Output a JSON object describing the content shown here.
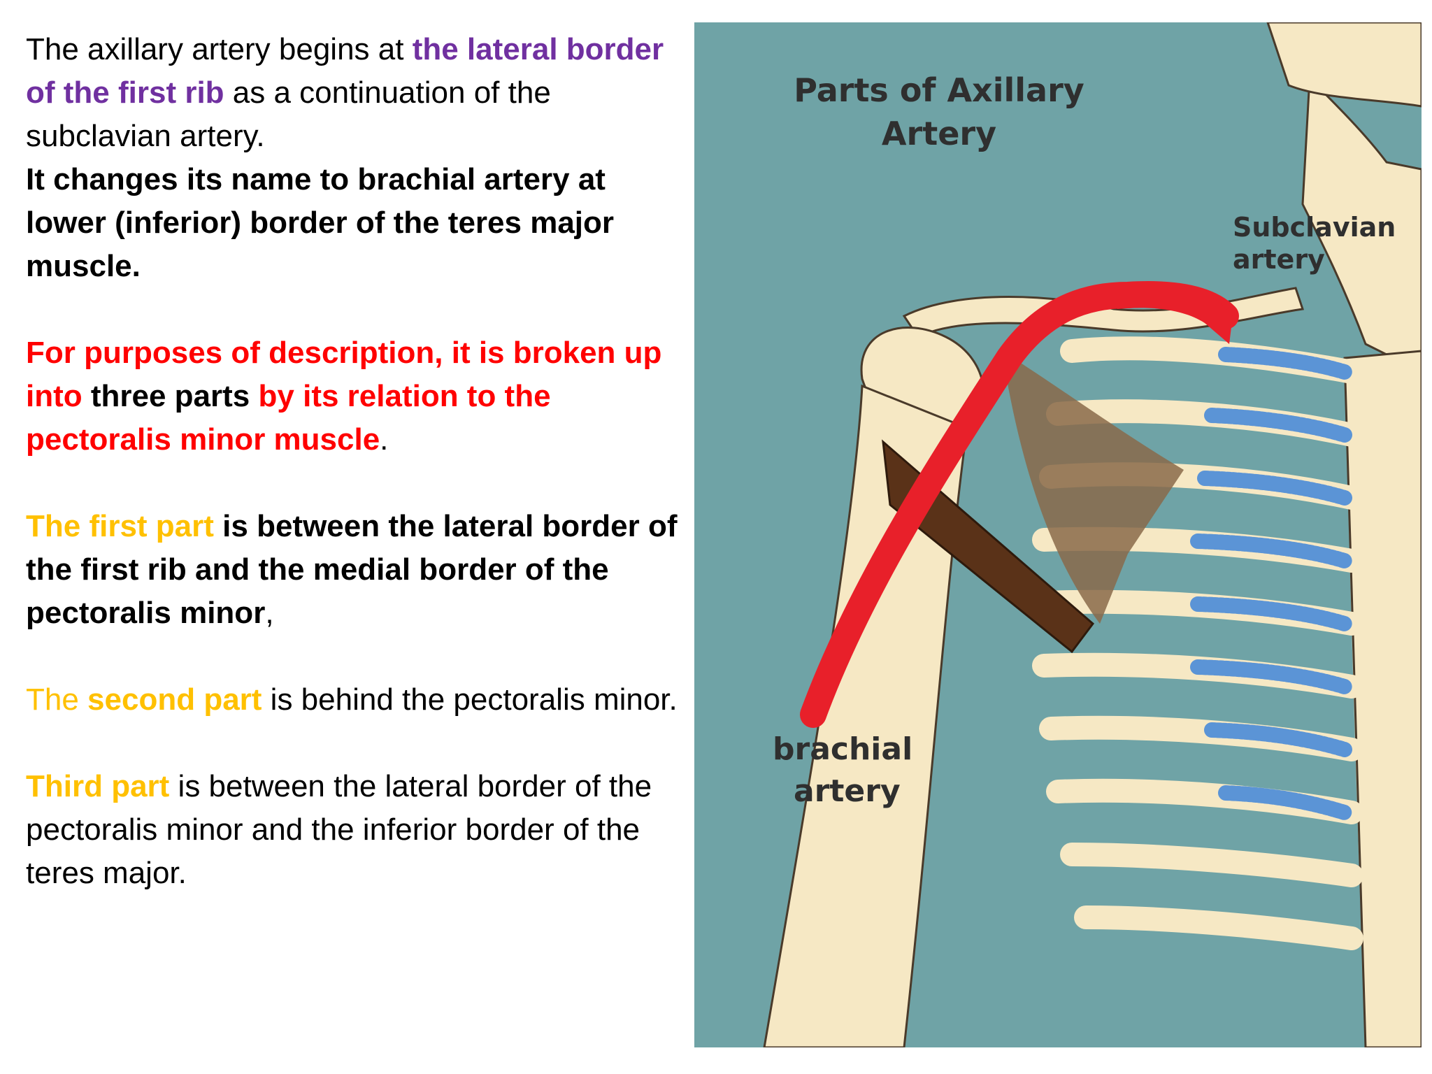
{
  "text": {
    "p1": {
      "a": "The axillary artery begins at ",
      "b": "the lateral border of the first rib",
      "c": " as a continuation of the subclavian artery.",
      "d": "It changes its name to brachial artery at lower (inferior) border of the teres major muscle."
    },
    "p2": {
      "a": "For purposes of description, it is broken up into",
      "b": " three parts ",
      "c": "by its relation to the pectoralis minor muscle",
      "d": "."
    },
    "p3": {
      "a": "The first part",
      "b": " is between the lateral border of the first rib and the medial border of the pectoralis minor",
      "c": ","
    },
    "p4": {
      "a": "The ",
      "b": "second part",
      "c": " is behind the pectoralis minor."
    },
    "p5": {
      "a": "Third part",
      "b": " is between the lateral border of the pectoralis minor and the inferior border of the teres major."
    }
  },
  "figure": {
    "title_line1": "Parts of Axillary",
    "title_line2": "Artery",
    "subclavian_line1": "Subclavian",
    "subclavian_line2": "artery",
    "brachial_line1": "brachial",
    "brachial_line2": "artery"
  },
  "colors": {
    "purple": "#7030a0",
    "red": "#ff0000",
    "gold": "#ffc000",
    "figure_background": "#6fa3a6",
    "bone": "#f6e8c4",
    "artery": "#e8202a",
    "cartilage": "#5b94d6",
    "muscle": "#5a3218"
  }
}
